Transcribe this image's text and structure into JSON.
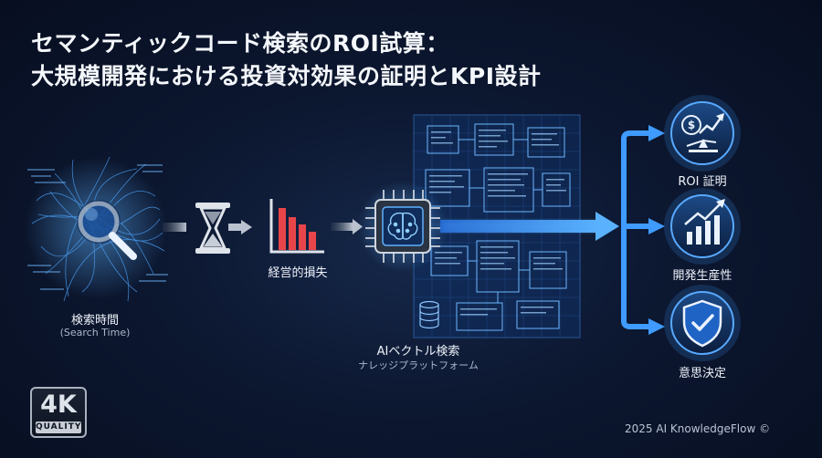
{
  "title": {
    "line1": "セマンティックコード検索のROI試算：",
    "line2": "大規模開発における投資対効果の証明とKPI設計"
  },
  "nodes": {
    "search_time": {
      "label": "検索時間",
      "sub": "(Search Time)"
    },
    "loss": {
      "label": "経営的損失"
    },
    "platform": {
      "label": "AIベクトル検索",
      "sub": "ナレッジプラットフォーム"
    }
  },
  "outcomes": [
    {
      "label": "ROI 証明",
      "icon": "balance-growth-icon"
    },
    {
      "label": "開発生産性",
      "icon": "bar-chart-growth-icon"
    },
    {
      "label": "意思決定",
      "icon": "shield-check-icon"
    }
  ],
  "badge": {
    "big": "4K",
    "small": "QUALITY"
  },
  "footer": {
    "copyright": "2025 AI KnowledgeFlow ©"
  },
  "colors": {
    "accent_blue": "#3f9bff",
    "loss_red": "#e8454a",
    "background": "#0c1730"
  }
}
